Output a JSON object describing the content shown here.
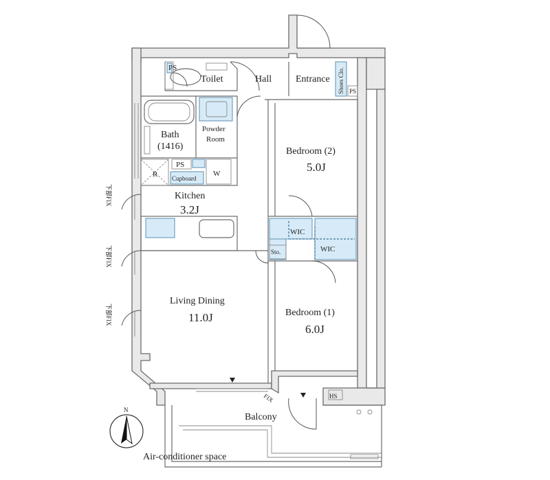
{
  "rooms": {
    "toilet": "Toilet",
    "hall": "Hall",
    "entrance": "Entrance",
    "shoes": "Shoes Clo.",
    "ps": "PS",
    "bath": "Bath",
    "bath_size": "(1416)",
    "powder1": "Powder",
    "powder2": "Room",
    "w": "W",
    "r": "R",
    "cupboard": "Cupboard",
    "kitchen": "Kitchen",
    "kitchen_size": "3.2J",
    "bedroom2": "Bedroom (2)",
    "bedroom2_size": "5.0J",
    "wic": "WIC",
    "sto": "Sto.",
    "living": "Living Dining",
    "living_size": "11.0J",
    "bedroom1": "Bedroom (1)",
    "bedroom1_size": "6.0J",
    "balcony": "Balcony",
    "fix": "FIX",
    "hs": "HS",
    "aircon": "Air-conditioner space",
    "fix_vertical": "下部FIX",
    "north": "N"
  }
}
